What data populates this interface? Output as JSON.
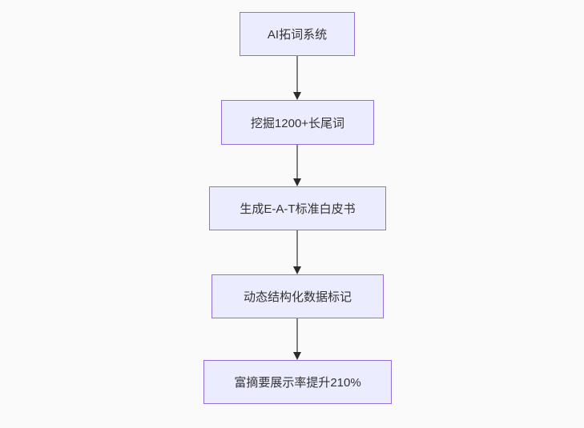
{
  "diagram": {
    "type": "flowchart",
    "direction": "top-down",
    "nodes": [
      {
        "label": "AI拓词系统"
      },
      {
        "label": "挖掘1200+长尾词"
      },
      {
        "label": "生成E-A-T标准白皮书"
      },
      {
        "label": "动态结构化数据标记"
      },
      {
        "label": "富摘要展示率提升210%"
      }
    ],
    "edges": [
      {
        "from": "AI拓词系统",
        "to": "挖掘1200+长尾词"
      },
      {
        "from": "挖掘1200+长尾词",
        "to": "生成E-A-T标准白皮书"
      },
      {
        "from": "生成E-A-T标准白皮书",
        "to": "动态结构化数据标记"
      },
      {
        "from": "动态结构化数据标记",
        "to": "富摘要展示率提升210%"
      }
    ],
    "colors": {
      "background": "#fafafa",
      "node_fill": "#ececff",
      "node_border": "#9370db",
      "text_color": "#333333",
      "edge_line": "#808080",
      "edge_head": "#2b2b2b"
    }
  }
}
